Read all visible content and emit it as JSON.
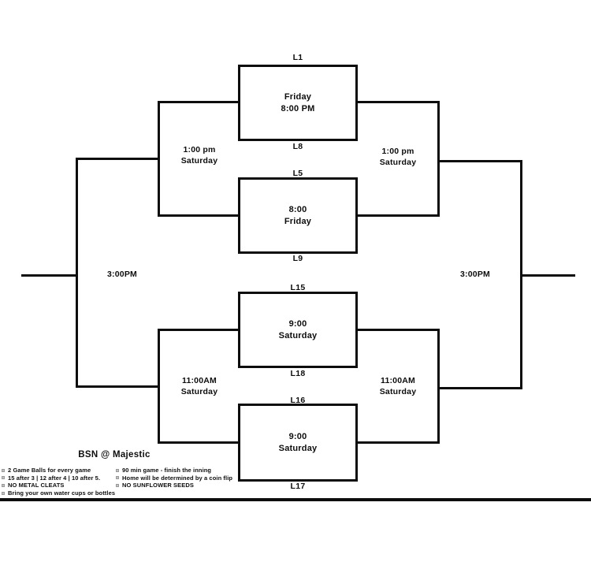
{
  "bracket": {
    "games": [
      {
        "top_label": "L1",
        "bottom_label": "L8",
        "line1": "Friday",
        "line2": "8:00 PM"
      },
      {
        "top_label": "L5",
        "bottom_label": "L9",
        "line1": "8:00",
        "line2": "Friday"
      },
      {
        "top_label": "L15",
        "bottom_label": "L18",
        "line1": "9:00",
        "line2": "Saturday"
      },
      {
        "top_label": "L16",
        "bottom_label": "L17",
        "line1": "9:00",
        "line2": "Saturday"
      }
    ],
    "connectors": {
      "left_semi_top": {
        "line1": "1:00 pm",
        "line2": "Saturday"
      },
      "right_semi_top": {
        "line1": "1:00 pm",
        "line2": "Saturday"
      },
      "left_semi_bottom": {
        "line1": "11:00AM",
        "line2": "Saturday"
      },
      "right_semi_bottom": {
        "line1": "11:00AM",
        "line2": "Saturday"
      },
      "left_final": "3:00PM",
      "right_final": "3:00PM"
    }
  },
  "footer": {
    "title": "BSN @ Majestic",
    "rules_left": [
      "2 Game Balls for every game",
      "15 after 3 | 12 after 4 | 10 after 5.",
      "NO METAL CLEATS",
      "Bring your own water cups or bottles"
    ],
    "rules_right": [
      "90 min game - finish the inning",
      "Home will be determined by a coin flip",
      "NO SUNFLOWER SEEDS"
    ]
  },
  "colors": {
    "line": "#0d0d0d",
    "text": "#0d0d0d",
    "bullet": "#c2c2c2"
  }
}
